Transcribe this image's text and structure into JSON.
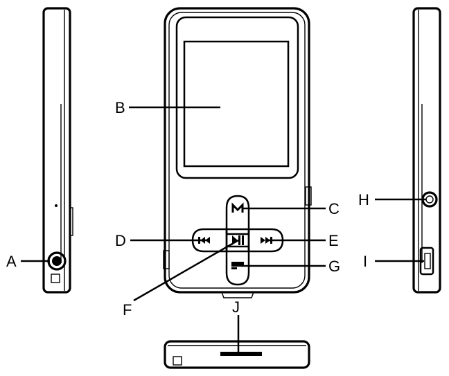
{
  "labels": {
    "a": "A",
    "b": "B",
    "c": "C",
    "d": "D",
    "e": "E",
    "f": "F",
    "g": "G",
    "h": "H",
    "i": "I",
    "j": "J"
  },
  "icons": {
    "menu_button": "m-icon",
    "play_pause_button": "play-pause-icon",
    "previous_button": "rewind-icon",
    "next_button": "fast-forward-icon",
    "volume_button": "vol-icon",
    "earphone_jack": "headphone-jack-icon",
    "usb_port": "mini-usb-icon"
  },
  "colors": {
    "line": "#000000",
    "background": "#ffffff"
  }
}
